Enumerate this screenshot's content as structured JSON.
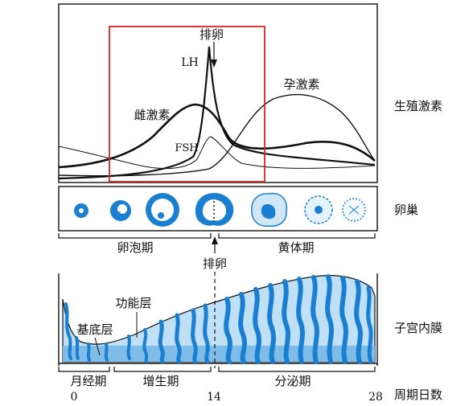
{
  "hormone_panel": {
    "title_right": "生殖激素",
    "ovulation_label": "排卵",
    "lh_label": "LH",
    "estrogen_label": "雌激素",
    "progesterone_label": "孕激素",
    "fsh_label": "FSH"
  },
  "ovary_panel": {
    "title_right": "卵巢",
    "follicular_phase": "卵泡期",
    "luteal_phase": "黄体期",
    "ovulation_label": "排卵"
  },
  "endometrium_panel": {
    "title_right": "子宫内膜",
    "functional_layer": "功能层",
    "basal_layer": "基底层",
    "menstrual_phase": "月经期",
    "proliferative_phase": "增生期",
    "secretory_phase": "分泌期"
  },
  "timeline": {
    "title_right": "周期日数",
    "day_start": "0",
    "day_mid": "14",
    "day_end": "28"
  },
  "colors": {
    "highlight_box": "#e02020",
    "tissue_blue": "#1a7fd0",
    "tissue_light": "#bfe0f7",
    "line": "#111111"
  }
}
